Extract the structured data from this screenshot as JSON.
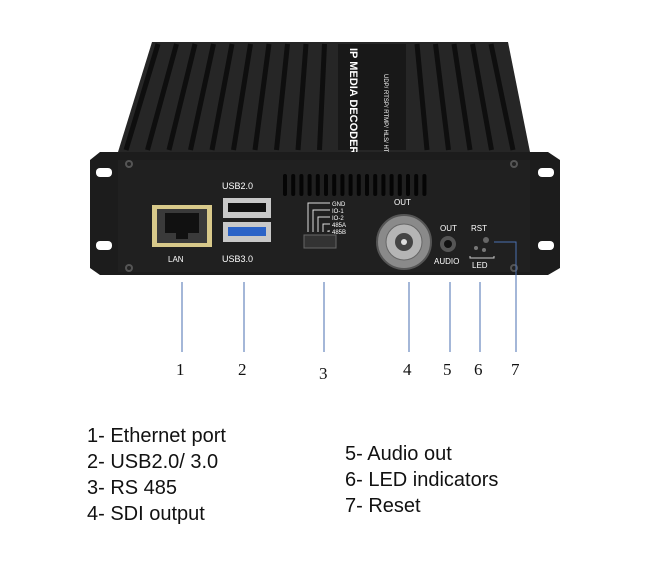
{
  "device": {
    "top_label": "IP MEDIA DECODER",
    "top_sublabel": "UDP/ RTSP/ RTMP/ HLS/ HTTP",
    "port_labels": {
      "lan": "LAN",
      "usb2": "USB2.0",
      "usb3": "USB3.0",
      "gnd": "GND",
      "io1": "IO-1",
      "io2": "IO-2",
      "rs485a": "485A",
      "rs485b": "485B",
      "out": "OUT",
      "audio_out": "OUT",
      "audio": "AUDIO",
      "rst": "RST",
      "led": "LED"
    }
  },
  "callouts": [
    "1",
    "2",
    "3",
    "4",
    "5",
    "6",
    "7"
  ],
  "legend": {
    "left": [
      "1- Ethernet port",
      "2- USB2.0/ 3.0",
      "3- RS 485",
      "4- SDI output"
    ],
    "right": [
      "5- Audio out",
      "6- LED indicators",
      "7- Reset"
    ]
  },
  "colors": {
    "chassis": "#1e1e1e",
    "callout_line": "#4a6fb0",
    "usb3_blue": "#2b63c7"
  }
}
